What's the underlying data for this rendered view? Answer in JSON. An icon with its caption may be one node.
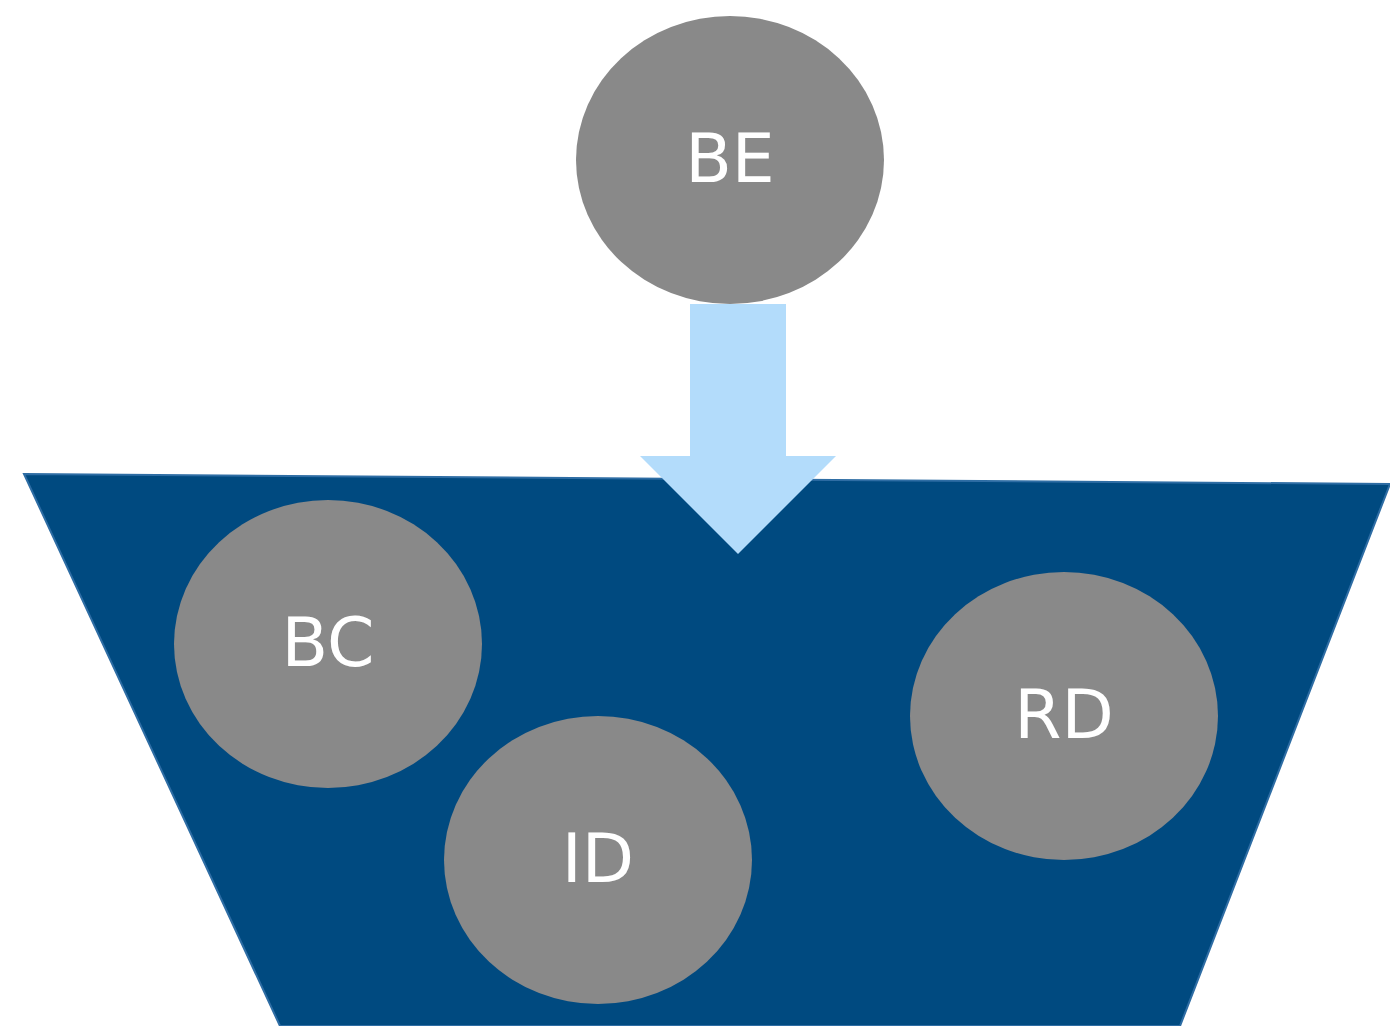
{
  "diagram": {
    "nodes": [
      {
        "text": [
          "BE"
        ]
      },
      {
        "text": [],
        "shape": "trapezoid"
      },
      {
        "text": [
          "BC"
        ],
        "in": 1
      },
      {
        "text": [
          "RD"
        ],
        "in": 1
      },
      {
        "text": [
          "ID"
        ],
        "in": 1
      }
    ],
    "edges": [
      {
        "from": 0,
        "to": 1,
        "arrow": "to",
        "style": "thick",
        "color": "#b3dcfb"
      }
    ]
  }
}
